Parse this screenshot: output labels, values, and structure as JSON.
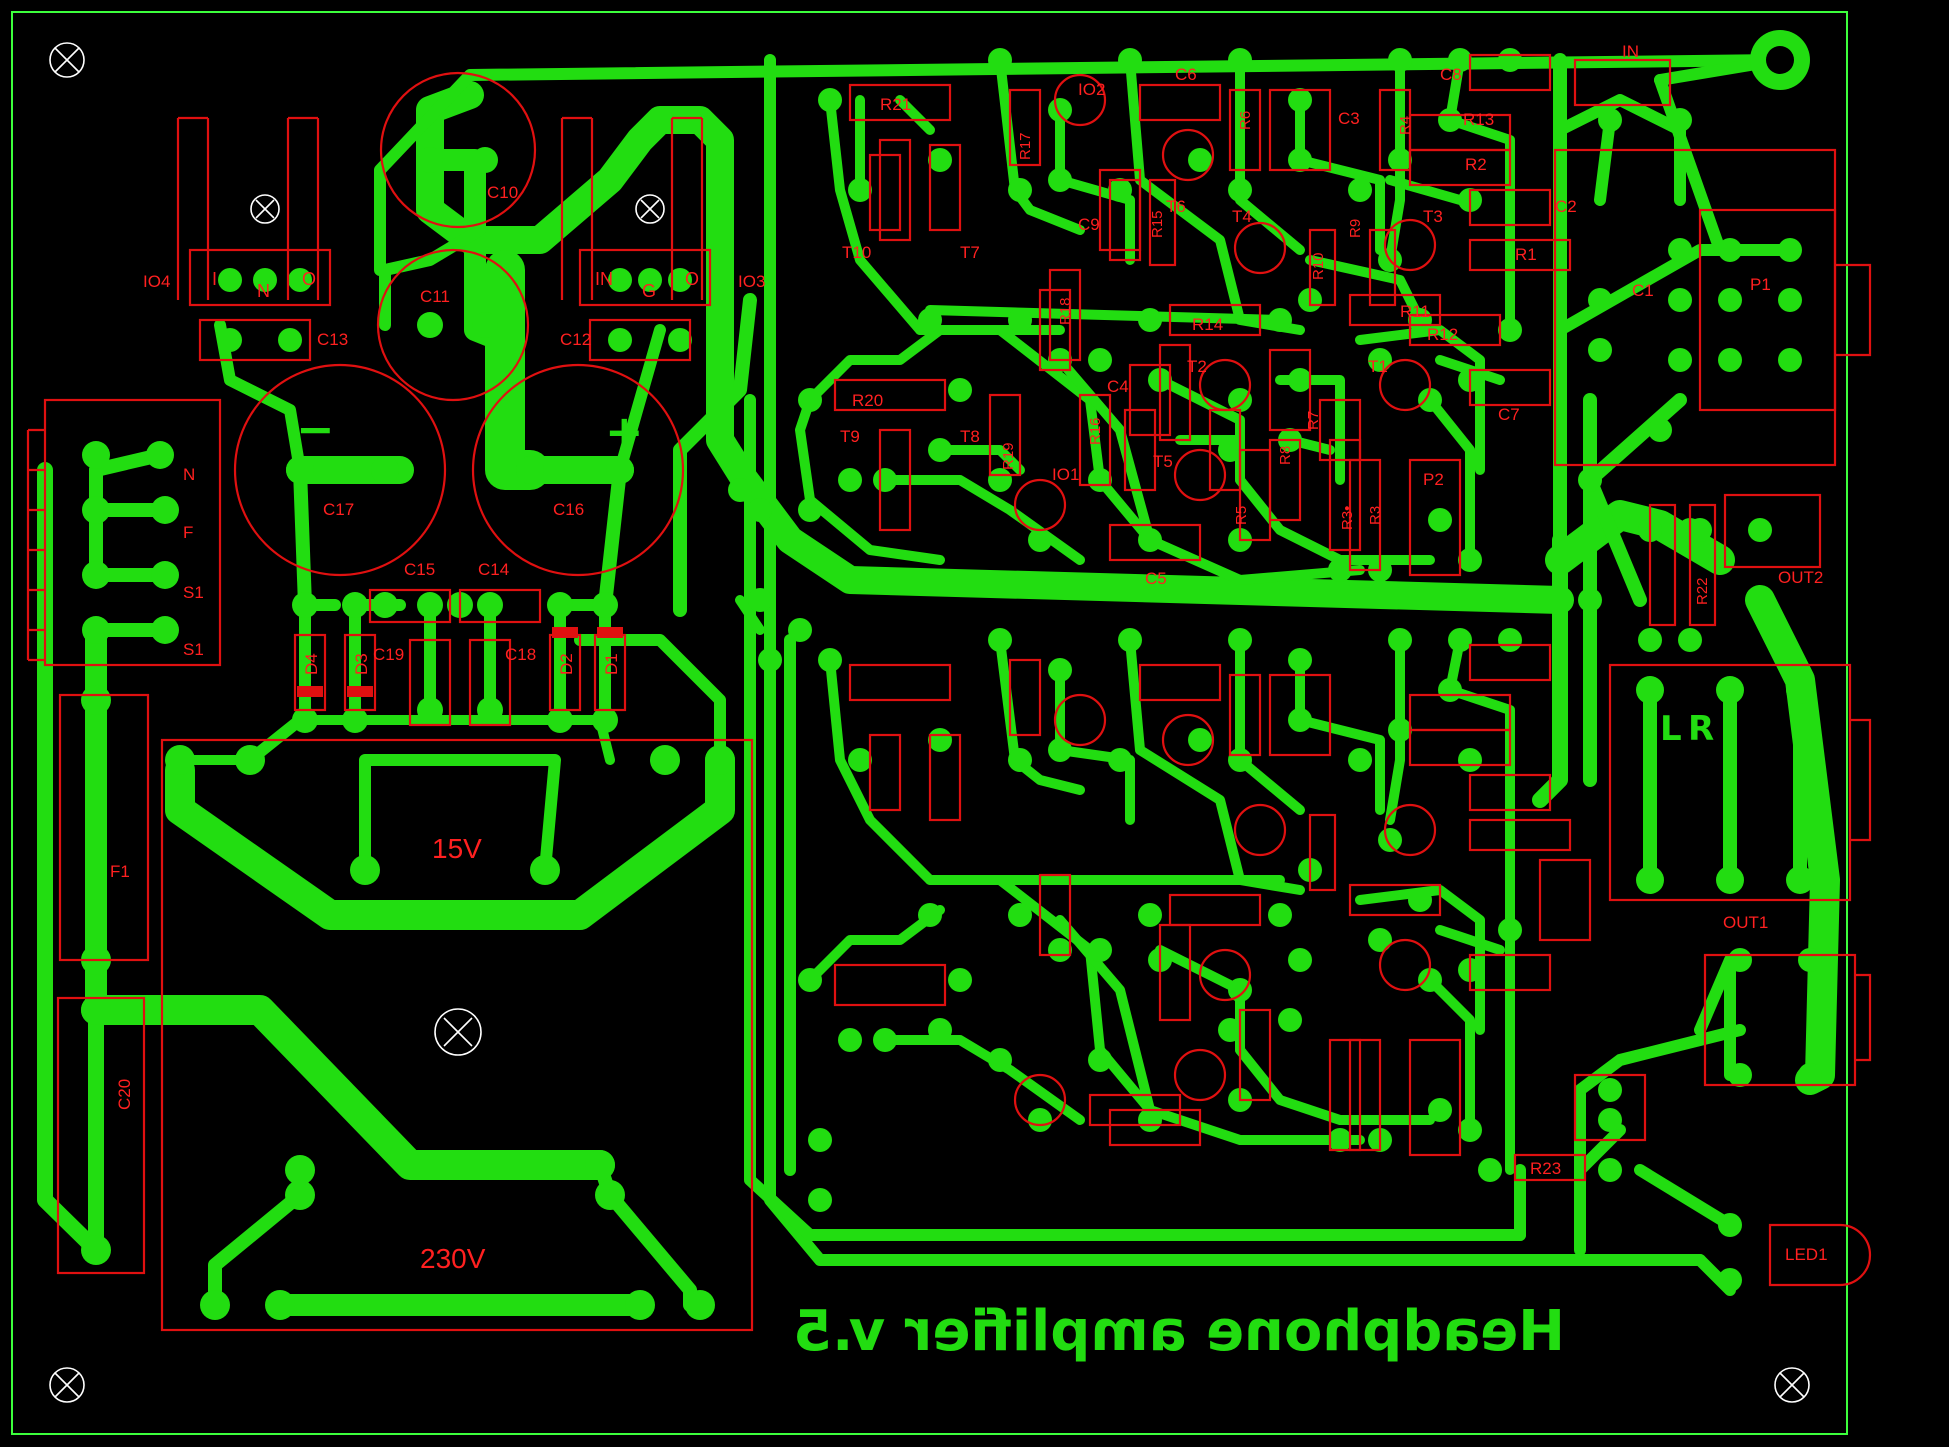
{
  "colors": {
    "background": "#000000",
    "copper": "#22dd11",
    "silkscreen": "#e01010",
    "board_edge": "#3cff3c"
  },
  "board": {
    "title": "Headphone amplifier v.5"
  },
  "connectors": {
    "in": "IN",
    "out1": "OUT1",
    "out2": "OUT2",
    "p1": "P1",
    "p2": "P2",
    "led": "LED1",
    "mains_pins": [
      "N",
      "F",
      "S1",
      "S1"
    ],
    "out_left": "L",
    "out_right": "R"
  },
  "transformer": {
    "secondary": "15V",
    "primary": "230V"
  },
  "power": {
    "fuse": "F1",
    "cap_c20": "C20",
    "reg_io4": "IO4",
    "reg_io3": "IO3",
    "reg_io4_pins": [
      "I",
      "N",
      "O"
    ],
    "reg_io3_pins": [
      "IN",
      "G",
      "O"
    ],
    "c10": "C10",
    "c11": "C11",
    "c12": "C12",
    "c13": "C13",
    "c14": "C14",
    "c15": "C15",
    "c16": "C16",
    "c17": "C17",
    "c18": "C18",
    "c19": "C19",
    "d1": "D1",
    "d2": "D2",
    "d3": "D3",
    "d4": "D4",
    "plus_sign": "+",
    "minus_sign": "−"
  },
  "components": [
    {
      "id": "R21",
      "label": "R21"
    },
    {
      "id": "R20",
      "label": "R20"
    },
    {
      "id": "R19",
      "label": "R19"
    },
    {
      "id": "R18",
      "label": "R18"
    },
    {
      "id": "R17",
      "label": "R17"
    },
    {
      "id": "R16",
      "label": "R16"
    },
    {
      "id": "R15",
      "label": "R15"
    },
    {
      "id": "R14",
      "label": "R14"
    },
    {
      "id": "R13",
      "label": "R13"
    },
    {
      "id": "R12",
      "label": "R12"
    },
    {
      "id": "R11",
      "label": "R11"
    },
    {
      "id": "R10",
      "label": "R10"
    },
    {
      "id": "R9",
      "label": "R9"
    },
    {
      "id": "R8",
      "label": "R8"
    },
    {
      "id": "R7",
      "label": "R7"
    },
    {
      "id": "R6",
      "label": "R6"
    },
    {
      "id": "R5",
      "label": "R5"
    },
    {
      "id": "R4",
      "label": "R4"
    },
    {
      "id": "R3",
      "label": "R3"
    },
    {
      "id": "R3b",
      "label": "R3•"
    },
    {
      "id": "R2",
      "label": "R2"
    },
    {
      "id": "R1",
      "label": "R1"
    },
    {
      "id": "R22",
      "label": "R22"
    },
    {
      "id": "R23",
      "label": "R23"
    },
    {
      "id": "C1",
      "label": "C1"
    },
    {
      "id": "C2",
      "label": "C2"
    },
    {
      "id": "C3",
      "label": "C3"
    },
    {
      "id": "C4",
      "label": "C4"
    },
    {
      "id": "C5",
      "label": "C5"
    },
    {
      "id": "C6",
      "label": "C6"
    },
    {
      "id": "C7",
      "label": "C7"
    },
    {
      "id": "C8",
      "label": "C8"
    },
    {
      "id": "C9",
      "label": "C9"
    },
    {
      "id": "T1",
      "label": "T1"
    },
    {
      "id": "T2",
      "label": "T2"
    },
    {
      "id": "T3",
      "label": "T3"
    },
    {
      "id": "T4",
      "label": "T4"
    },
    {
      "id": "T5",
      "label": "T5"
    },
    {
      "id": "T6",
      "label": "T6"
    },
    {
      "id": "T7",
      "label": "T7"
    },
    {
      "id": "T8",
      "label": "T8"
    },
    {
      "id": "T9",
      "label": "T9"
    },
    {
      "id": "T10",
      "label": "T10"
    },
    {
      "id": "IO1",
      "label": "IO1"
    },
    {
      "id": "IO2",
      "label": "IO2"
    }
  ]
}
